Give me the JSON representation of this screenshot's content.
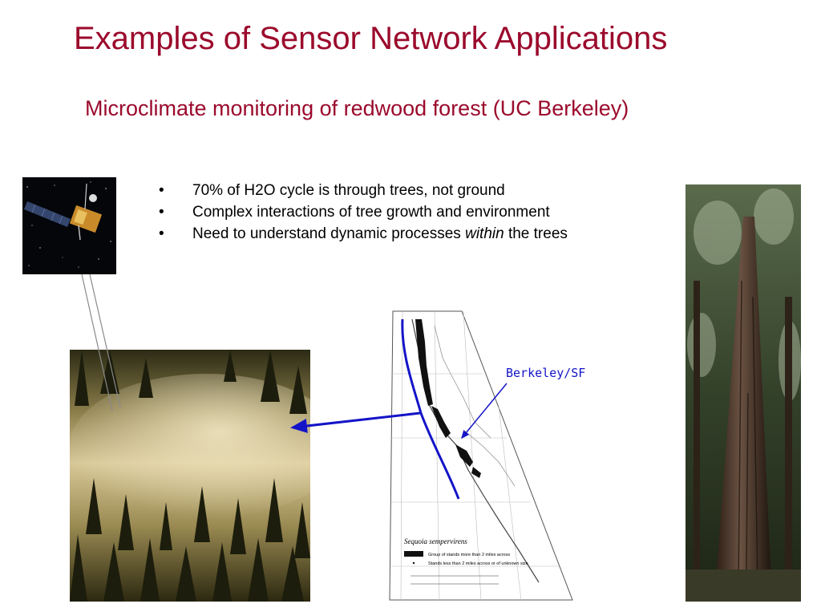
{
  "slide": {
    "title": "Examples of Sensor Network Applications",
    "subtitle": "Microclimate monitoring of redwood forest (UC Berkeley)",
    "bullets": [
      {
        "text": "70% of H2O cycle is through trees, not ground"
      },
      {
        "text": "Complex interactions of tree growth and environment"
      },
      {
        "text_before": "Need to understand dynamic processes ",
        "emphasis": "within",
        "text_after": " the trees"
      }
    ],
    "bullet_symbol": "•"
  },
  "map": {
    "species_label": "Sequoia sempervirens",
    "legend": [
      "Group of stands more than 2 miles across",
      "Stands less than 2 miles across or of unknown size"
    ],
    "callout": "Berkeley/SF"
  },
  "colors": {
    "title": "#9b0a2c",
    "annotation": "#1414c8"
  }
}
